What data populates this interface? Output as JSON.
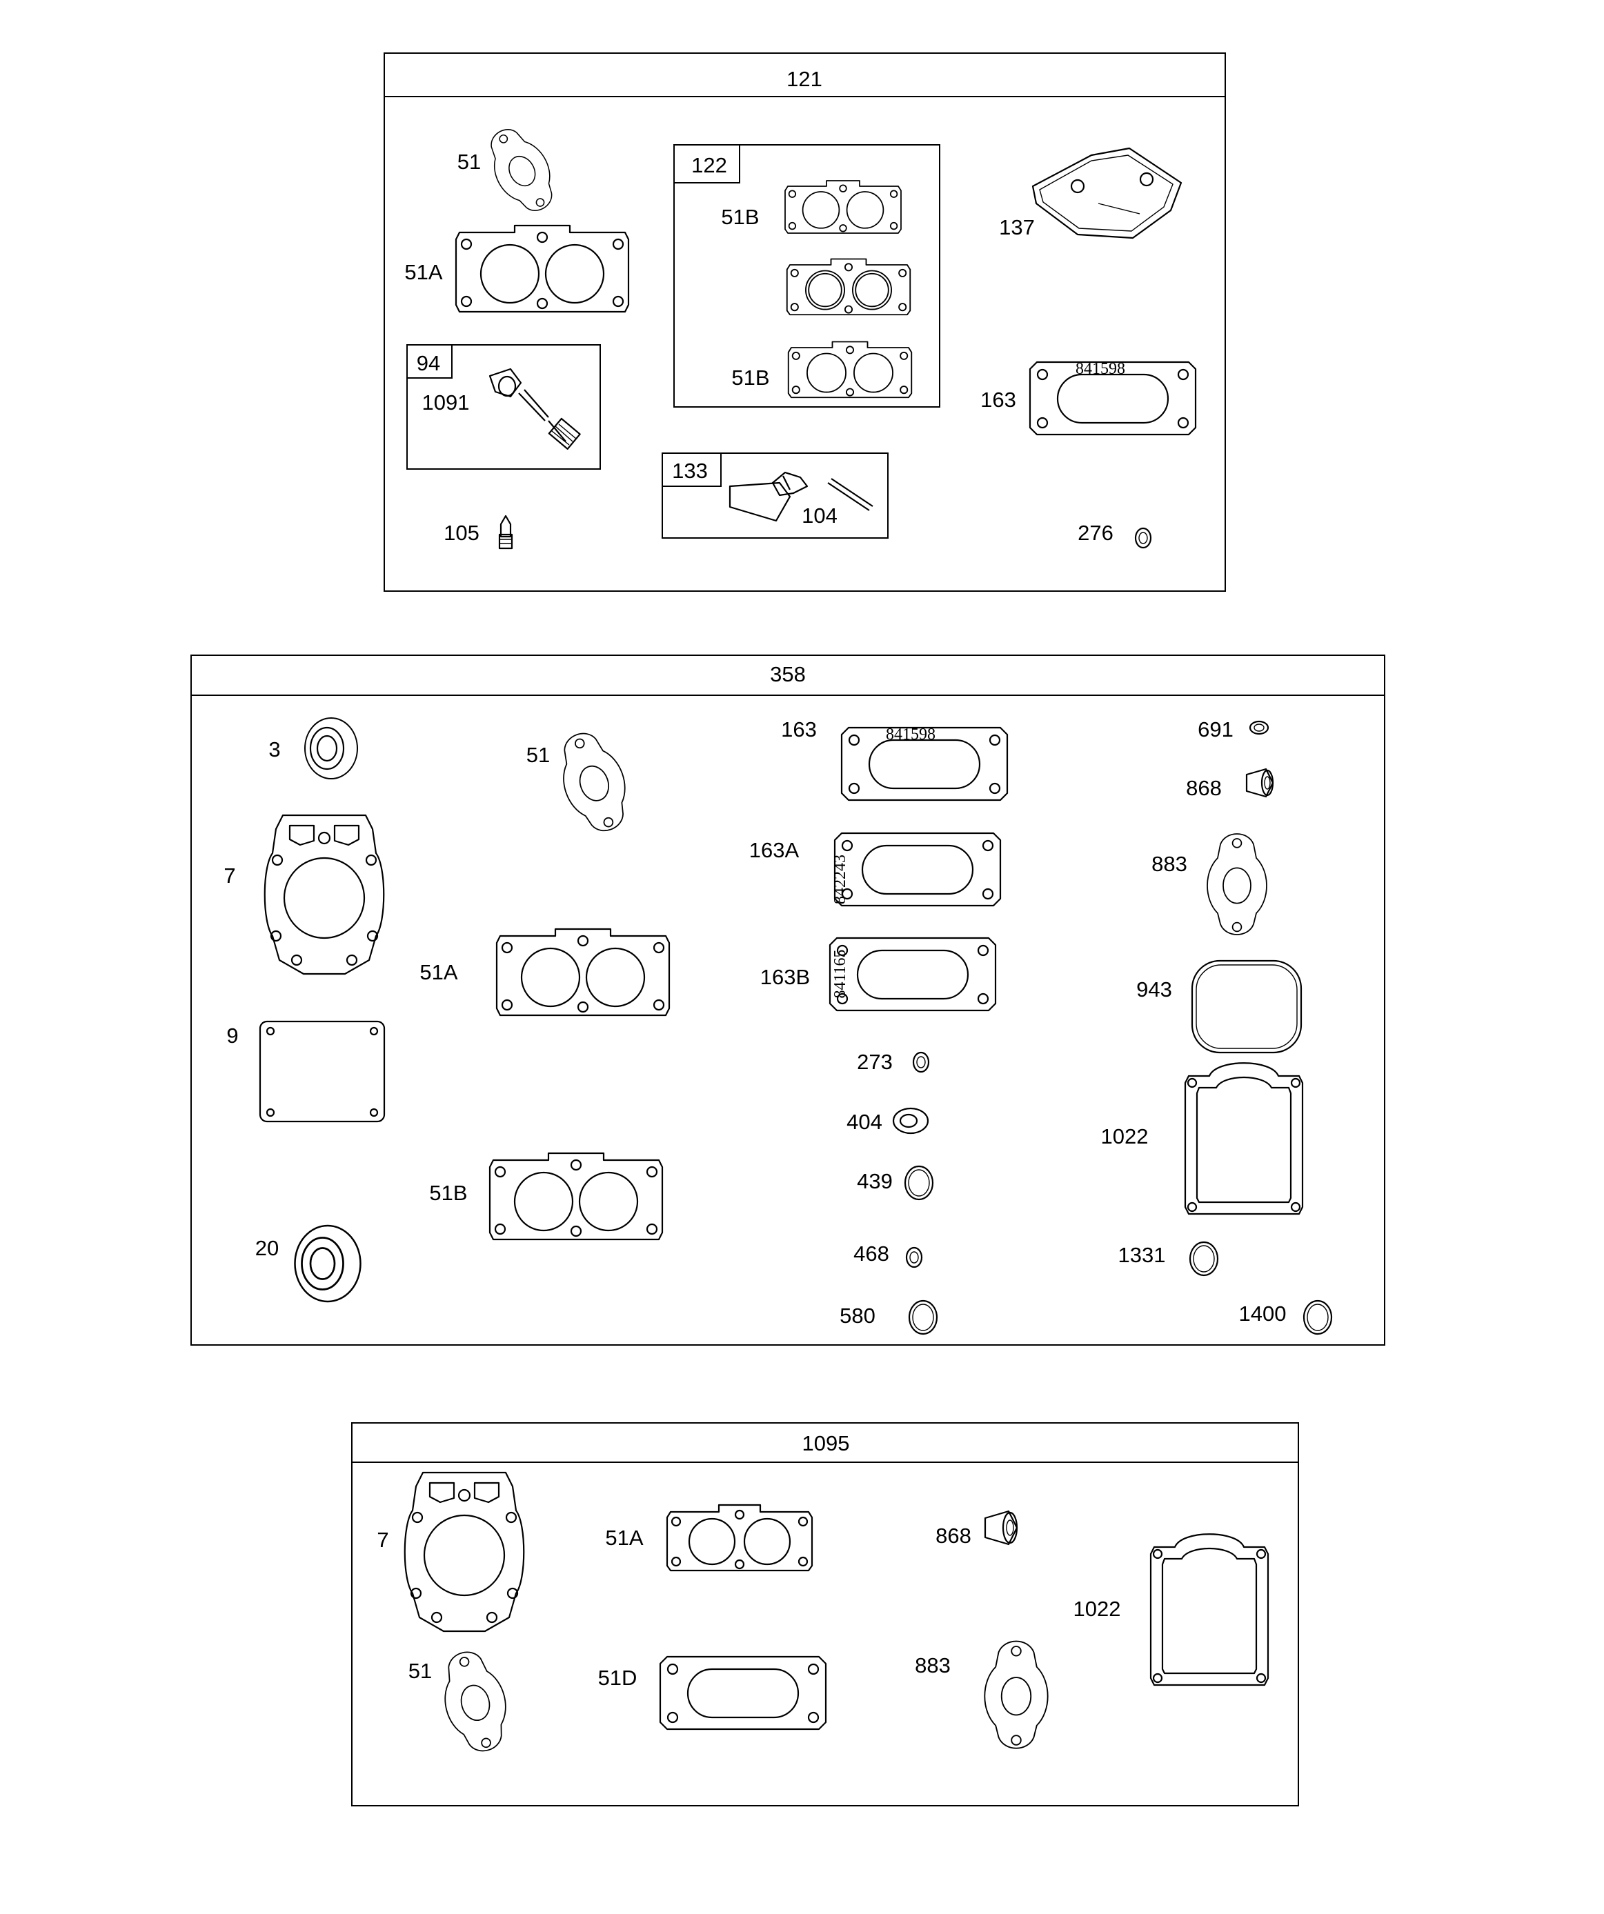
{
  "sections": [
    {
      "title": "121",
      "callouts": [
        "51",
        "51A",
        "137",
        "163",
        "1091",
        "105",
        "104",
        "276"
      ],
      "subkits": [
        {
          "title": "122",
          "callouts": [
            "51B",
            "51B"
          ]
        },
        {
          "title": "94",
          "callouts": [
            "1091"
          ]
        },
        {
          "title": "133",
          "callouts": [
            "104"
          ]
        }
      ],
      "stamps": [
        "841598"
      ]
    },
    {
      "title": "358",
      "callouts": [
        "3",
        "7",
        "9",
        "20",
        "51",
        "51A",
        "51B",
        "163",
        "163A",
        "163B",
        "273",
        "404",
        "439",
        "468",
        "580",
        "691",
        "868",
        "883",
        "943",
        "1022",
        "1331",
        "1400"
      ],
      "stamps": [
        "841598",
        "842243",
        "841165"
      ]
    },
    {
      "title": "1095",
      "callouts": [
        "7",
        "51A",
        "868",
        "1022",
        "51",
        "51D",
        "883"
      ]
    }
  ]
}
